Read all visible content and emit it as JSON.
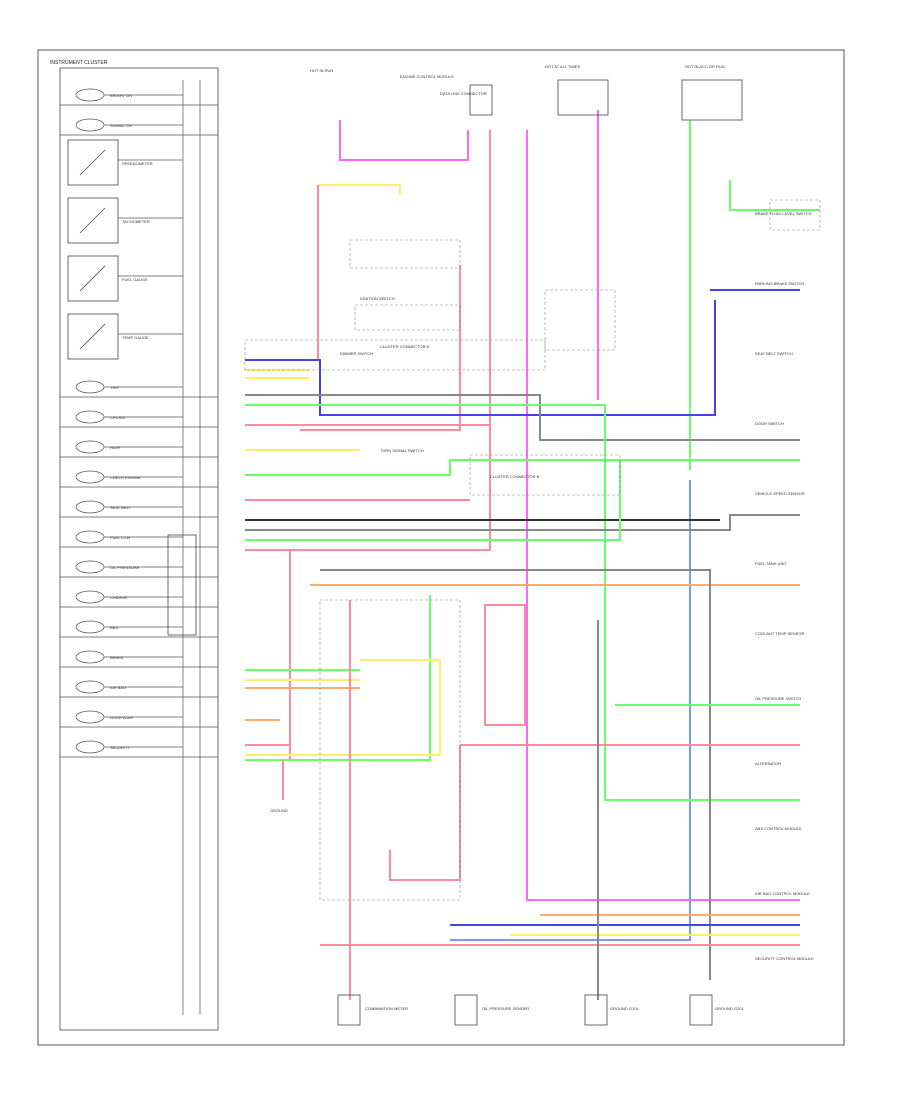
{
  "diagram": {
    "cluster_title": "INSTRUMENT CLUSTER",
    "footer_code": "",
    "colors": {
      "red": "#ff8aa0",
      "pink": "#ff66ff",
      "yellow": "#ffee66",
      "green": "#66ff66",
      "blue": "#4444ee",
      "lightblue": "#7799ff",
      "gray": "#888888",
      "black": "#333333",
      "orange": "#ffaa66"
    },
    "cluster_items": [
      {
        "label": "BRIGHT ON",
        "kind": "bulb"
      },
      {
        "label": "SIGNAL ON",
        "kind": "bulb"
      },
      {
        "label": "SPEEDOMETER",
        "kind": "gauge"
      },
      {
        "label": "TACHOMETER",
        "kind": "gauge"
      },
      {
        "label": "FUEL GAUGE",
        "kind": "gauge"
      },
      {
        "label": "TEMP GAUGE",
        "kind": "gauge"
      },
      {
        "label": "TRIP",
        "kind": "bulb"
      },
      {
        "label": "CRUISE",
        "kind": "bulb"
      },
      {
        "label": "HIGH",
        "kind": "bulb"
      },
      {
        "label": "CHECK ENGINE",
        "kind": "bulb"
      },
      {
        "label": "SEAT BELT",
        "kind": "bulb"
      },
      {
        "label": "FUEL LOW",
        "kind": "bulb"
      },
      {
        "label": "OIL PRESSURE",
        "kind": "bulb"
      },
      {
        "label": "CHARGE",
        "kind": "bulb"
      },
      {
        "label": "ABS",
        "kind": "bulb"
      },
      {
        "label": "BRAKE",
        "kind": "bulb"
      },
      {
        "label": "AIR BAG",
        "kind": "bulb"
      },
      {
        "label": "DOOR AJAR",
        "kind": "bulb"
      },
      {
        "label": "SECURITY",
        "kind": "bulb"
      }
    ],
    "top_components": [
      "HOT IN RUN",
      "ENGINE CONTROL MODULE",
      "HOT AT ALL TIMES",
      "DATA LINK CONNECTOR",
      "HOT IN ACC OR RUN"
    ],
    "center_components": [
      "IGNITION SWITCH",
      "CLUSTER CONNECTOR A",
      "CLUSTER CONNECTOR B",
      "DIMMER SWITCH",
      "TURN SIGNAL SWITCH",
      "GROUND"
    ],
    "right_components": [
      "BRAKE FLUID LEVEL SWITCH",
      "PARKING BRAKE SWITCH",
      "SEAT BELT SWITCH",
      "DOOR SWITCH",
      "VEHICLE SPEED SENSOR",
      "FUEL TANK UNIT",
      "COOLANT TEMP SENSOR",
      "OIL PRESSURE SWITCH",
      "ALTERNATOR",
      "ABS CONTROL MODULE",
      "AIR BAG CONTROL MODULE",
      "SECURITY CONTROL MODULE"
    ],
    "bottom_components": [
      "COMBINATION METER",
      "OIL PRESSURE SENDER",
      "GROUND G101",
      "GROUND G201"
    ]
  }
}
